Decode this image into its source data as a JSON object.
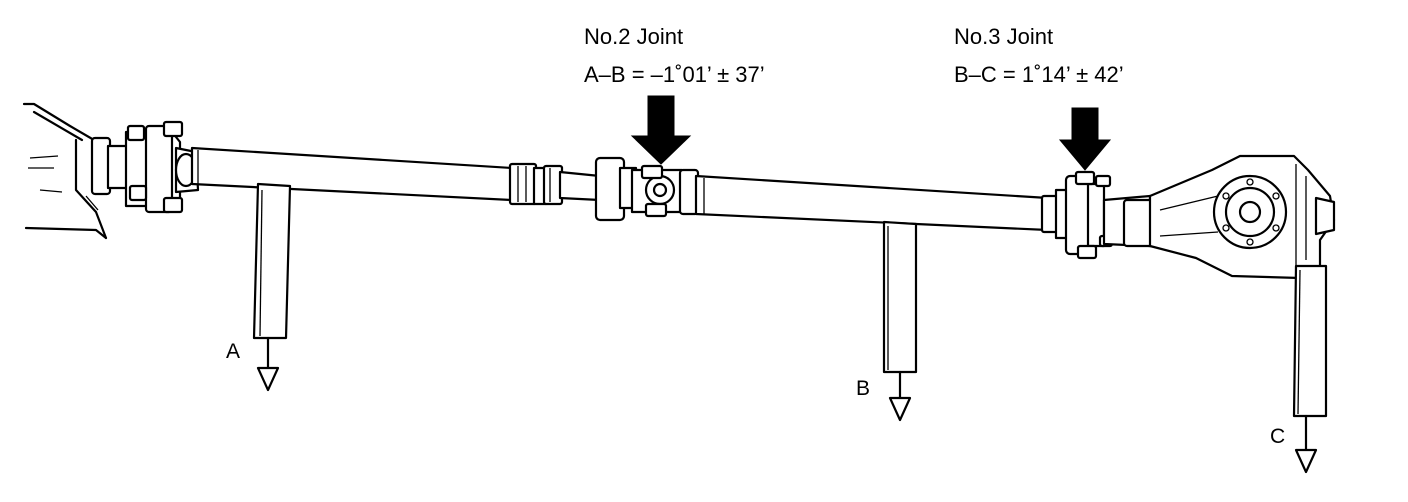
{
  "joints": [
    {
      "name": "No.2 Joint",
      "spec": "A–B = –1˚01’ ± 37’"
    },
    {
      "name": "No.3 Joint",
      "spec": "B–C = 1˚14’ ± 42’"
    }
  ],
  "gauges": [
    {
      "label": "A"
    },
    {
      "label": "B"
    },
    {
      "label": "C"
    }
  ]
}
